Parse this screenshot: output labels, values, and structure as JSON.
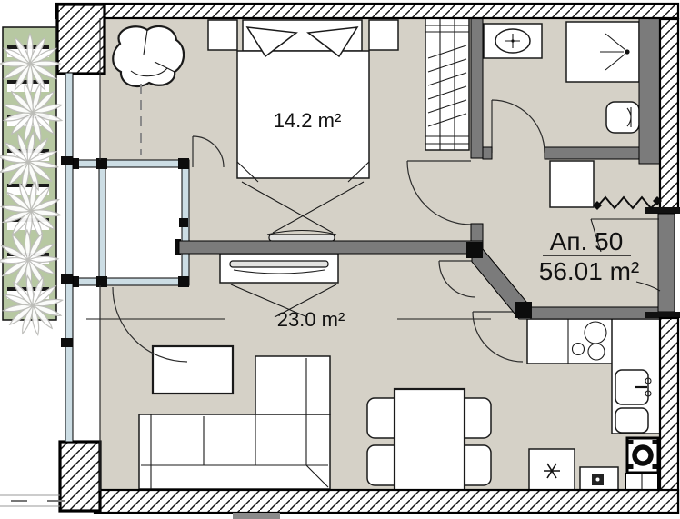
{
  "title": "Apartment floor plan",
  "labels": {
    "apartment_number": "Ап. 50",
    "apartment_total_area": "56.01 m²",
    "bedroom_area": "14.2 m²",
    "living_room_area": "23.0 m²"
  },
  "rooms": [
    {
      "name": "bedroom",
      "area": "14.2 m²"
    },
    {
      "name": "living-room-with-kitchen",
      "area": "23.0 m²"
    },
    {
      "name": "bathroom"
    },
    {
      "name": "hallway"
    },
    {
      "name": "glazed-balcony"
    },
    {
      "name": "planter-strip"
    }
  ],
  "furniture": [
    "armchair",
    "double-bed",
    "pillows",
    "nightstand-left",
    "nightstand-right",
    "wardrobe",
    "wall-tv-bedroom",
    "tv-cabinet",
    "coffee-table",
    "corner-sofa",
    "dining-table",
    "dining-chairs",
    "kitchen-counter",
    "cooktop",
    "kitchen-sink",
    "fridge",
    "oven",
    "washing-machine",
    "bathroom-sink",
    "shower",
    "toilet",
    "balcony-plants"
  ],
  "colors": {
    "floor": "#d5d1c7",
    "wall-gray": "#7b7b7b",
    "wall-dark": "#111111",
    "glass": "#ccdde4",
    "planter-green": "#b7c8a2",
    "plant": "#bdbdba",
    "line": "#1a1a1a",
    "background": "#ffffff"
  }
}
